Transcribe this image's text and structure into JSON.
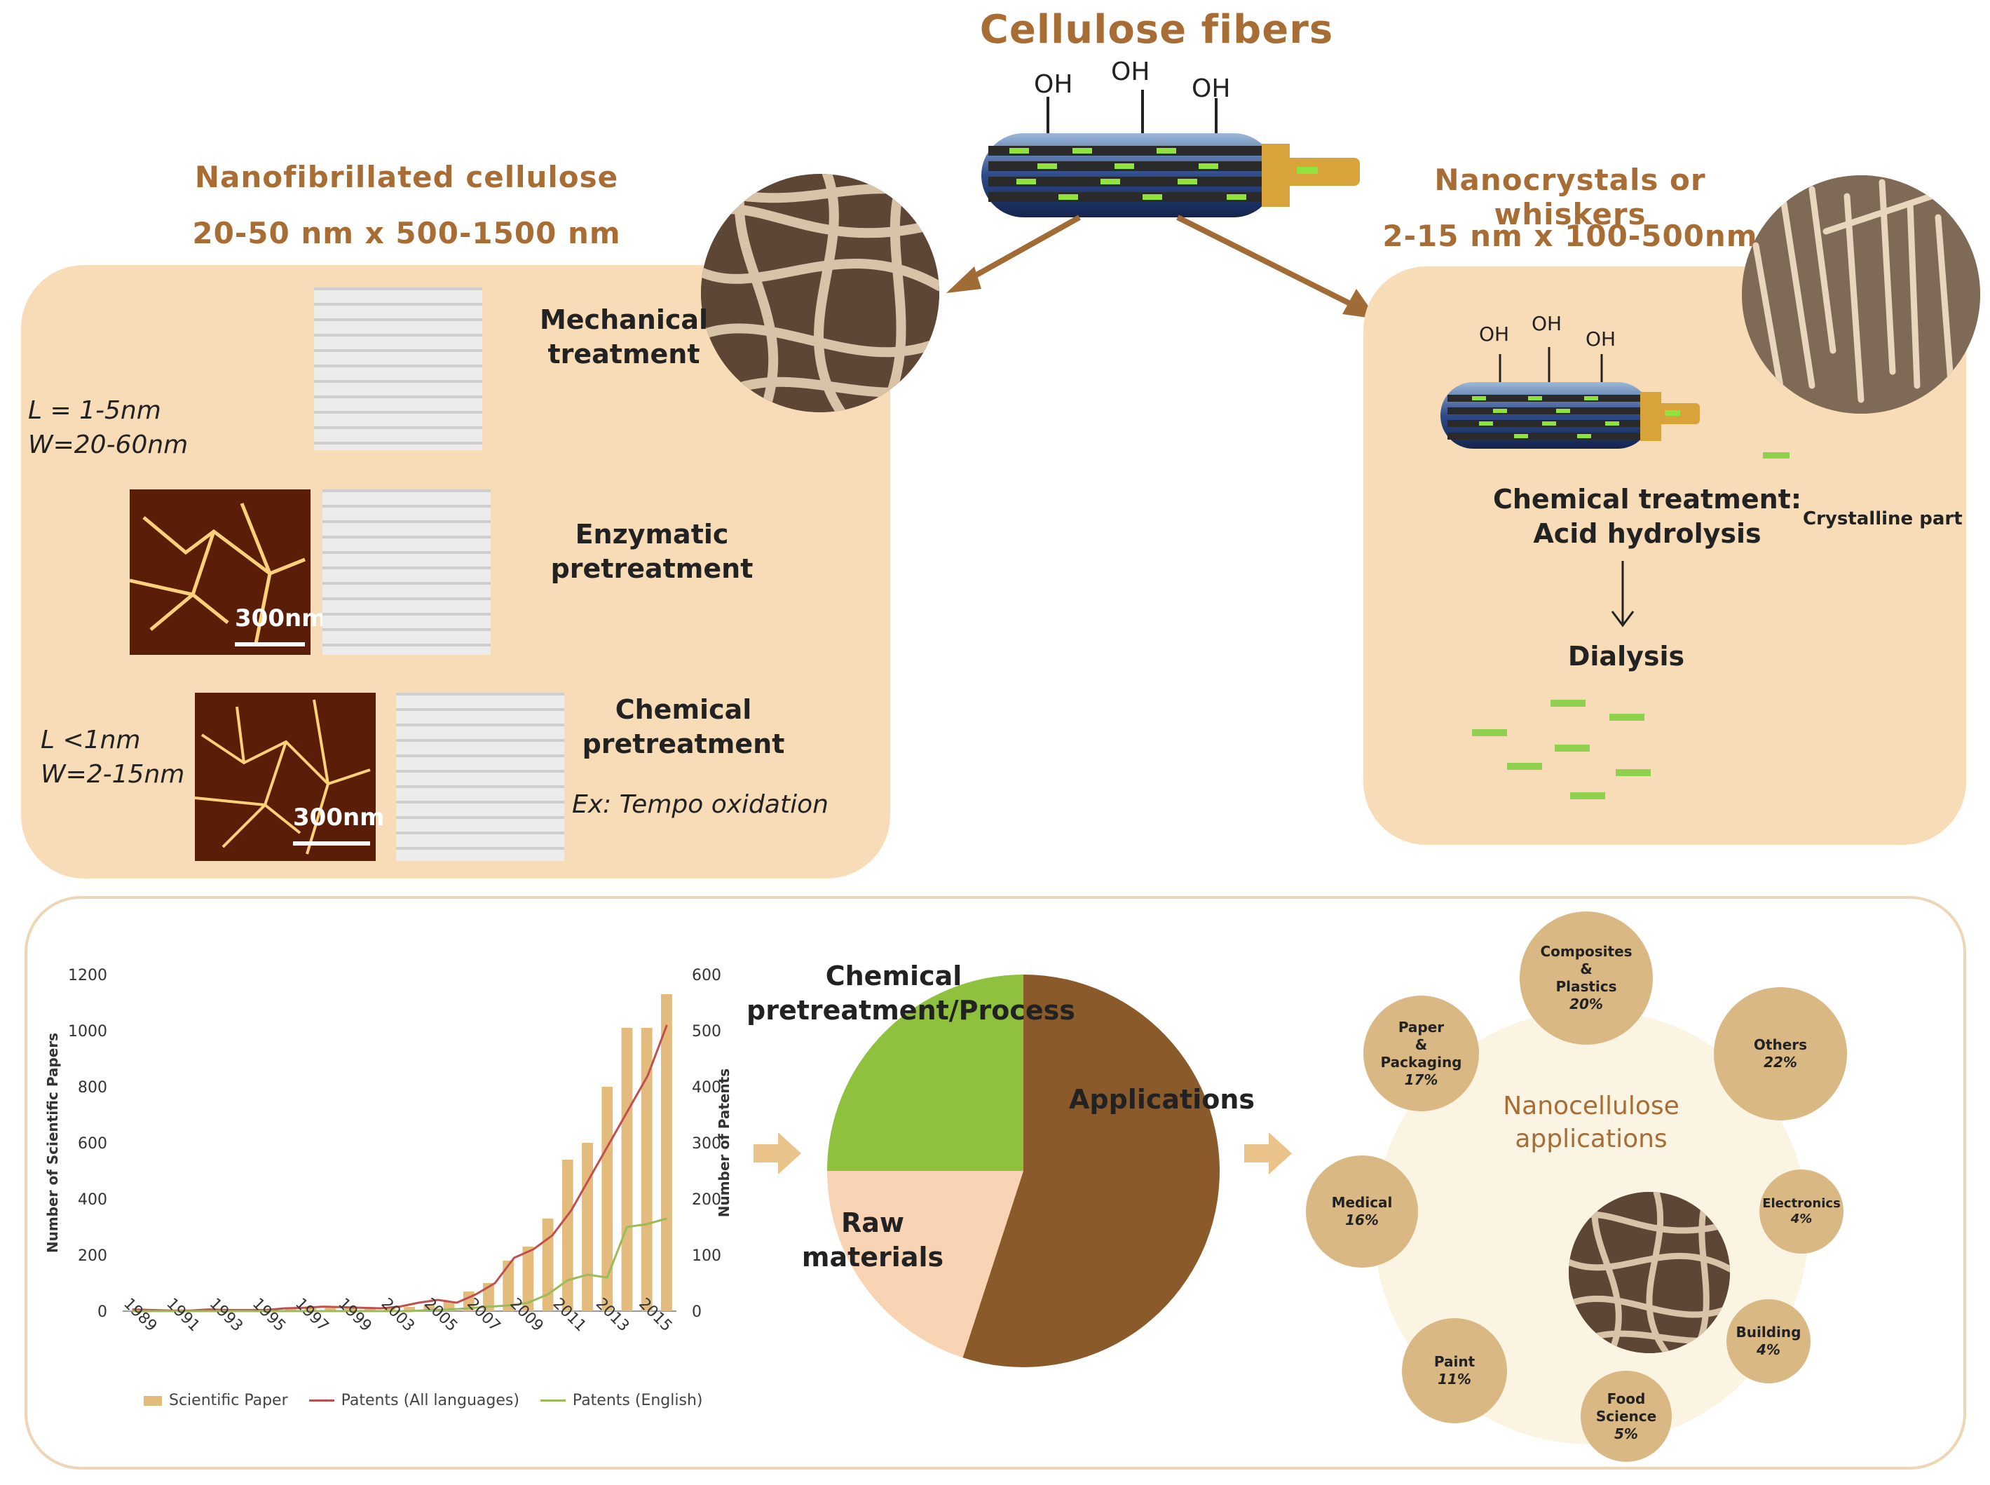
{
  "top": {
    "title": "Cellulose fibers",
    "oh_labels": [
      "OH",
      "OH",
      "OH"
    ]
  },
  "nfc": {
    "title": "Nanofibrillated cellulose",
    "size": "20-50 nm x 500-1500 nm",
    "dims_1": [
      "L = 1-5nm",
      "W=20-60nm"
    ],
    "dims_2": [
      "L <1nm",
      "W=2-15nm"
    ],
    "mechanical": [
      "Mechanical",
      "treatment"
    ],
    "enzymatic": [
      "Enzymatic",
      "pretreatment"
    ],
    "chemical": [
      "Chemical",
      "pretreatment"
    ],
    "example": "Ex: Tempo oxidation",
    "scale_label": "300nm"
  },
  "ncc": {
    "title": "Nanocrystals or whiskers",
    "size": "2-15 nm x 100-500nm",
    "oh_labels": [
      "OH",
      "OH",
      "OH"
    ],
    "chemical": [
      "Chemical treatment:",
      "Acid hydrolysis"
    ],
    "crystalline": "Crystalline part",
    "dialysis": "Dialysis"
  },
  "pie": {
    "labels": [
      "Chemical",
      "pretreatment/Process",
      "Applications",
      "Raw materials"
    ],
    "colors": {
      "process": "#8fc13e",
      "applications": "#8a5a2b",
      "raw": "#f8d3b4"
    }
  },
  "apps": {
    "center": [
      "Nanocellulose",
      "applications"
    ],
    "items": [
      {
        "name": [
          "Composites",
          "&",
          "Plastics"
        ],
        "pct": "20%"
      },
      {
        "name": [
          "Others"
        ],
        "pct": "22%"
      },
      {
        "name": [
          "Electronics"
        ],
        "pct": "4%"
      },
      {
        "name": [
          "Building"
        ],
        "pct": "4%"
      },
      {
        "name": [
          "Food",
          "Science"
        ],
        "pct": "5%"
      },
      {
        "name": [
          "Paint"
        ],
        "pct": "11%"
      },
      {
        "name": [
          "Medical"
        ],
        "pct": "16%"
      },
      {
        "name": [
          "Paper",
          "&",
          "Packaging"
        ],
        "pct": "17%"
      }
    ]
  },
  "chart_data": [
    {
      "type": "bar",
      "y_left_label": "Number of Scientific Papers",
      "y_right_label": "Number of Patents",
      "y_left_ticks": [
        "0",
        "200",
        "400",
        "600",
        "800",
        "1000",
        "1200"
      ],
      "y_right_ticks": [
        "0",
        "100",
        "200",
        "300",
        "400",
        "500",
        "600"
      ],
      "ylim_left": [
        0,
        1200
      ],
      "ylim_right": [
        0,
        600
      ],
      "x_tick_labels": [
        "1989",
        "1991",
        "1993",
        "1995",
        "1997",
        "1999",
        "2003",
        "2005",
        "2007",
        "2009",
        "2011",
        "2013",
        "2015"
      ],
      "x": [
        1989,
        1990,
        1991,
        1992,
        1993,
        1994,
        1995,
        1996,
        1997,
        1998,
        1999,
        2000,
        2001,
        2002,
        2003,
        2004,
        2005,
        2006,
        2007,
        2008,
        2009,
        2010,
        2011,
        2012,
        2013,
        2014,
        2015
      ],
      "series": [
        {
          "name": "Scientific Paper",
          "kind": "bar",
          "axis": "left",
          "color": "#e3bc7d",
          "values": [
            2,
            2,
            3,
            2,
            5,
            3,
            3,
            5,
            8,
            10,
            12,
            10,
            8,
            10,
            15,
            20,
            35,
            70,
            100,
            180,
            230,
            330,
            540,
            600,
            800,
            1010,
            1010,
            1130
          ]
        },
        {
          "name": "Patents (All languages)",
          "kind": "line",
          "axis": "right",
          "color": "#c0504d",
          "values": [
            3,
            2,
            1,
            1,
            3,
            2,
            2,
            2,
            5,
            6,
            8,
            7,
            6,
            5,
            8,
            15,
            20,
            15,
            30,
            50,
            95,
            110,
            135,
            180,
            240,
            300,
            360,
            420,
            510
          ]
        },
        {
          "name": "Patents (English)",
          "kind": "line",
          "axis": "right",
          "color": "#9bbb59",
          "values": [
            0,
            0,
            0,
            0,
            0,
            0,
            0,
            0,
            0,
            0,
            0,
            0,
            0,
            0,
            0,
            2,
            3,
            5,
            8,
            10,
            15,
            30,
            55,
            65,
            60,
            150,
            155,
            165
          ]
        }
      ]
    },
    {
      "type": "pie",
      "slices": [
        {
          "label": "Applications",
          "value": 55,
          "color": "#8a5a2b"
        },
        {
          "label": "Raw materials",
          "value": 20,
          "color": "#f8d3b4"
        },
        {
          "label": "Chemical pretreatment/Process",
          "value": 25,
          "color": "#8fc13e"
        }
      ]
    }
  ]
}
